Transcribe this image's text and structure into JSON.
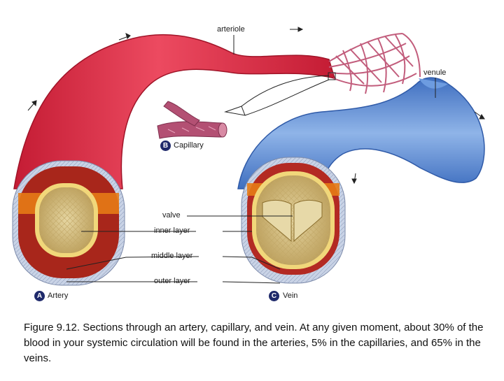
{
  "labels": {
    "arteriole": "arteriole",
    "venule": "venule",
    "valve": "valve",
    "inner_layer": "inner layer",
    "middle_layer": "middle layer",
    "outer_layer": "outer layer"
  },
  "panels": [
    {
      "badge": "A",
      "name": "Artery"
    },
    {
      "badge": "B",
      "name": "Capillary"
    },
    {
      "badge": "C",
      "name": "Vein"
    }
  ],
  "caption": "Figure 9.12.  Sections through an artery, capillary, and vein. At any given moment, about 30% of the blood in your systemic circulation will be found in the arteries, 5% in the capillaries, and 65% in the veins.",
  "colors": {
    "artery_red": "#e2324a",
    "vein_blue": "#5b8fd6",
    "middle_layer_red": "#a8261b",
    "lumen_tan": "#d9c48e",
    "capillary_pink": "#b0506e"
  }
}
